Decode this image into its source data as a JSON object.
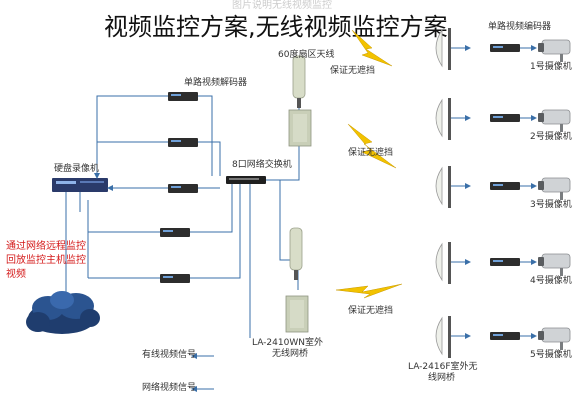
{
  "title": "视频监控方案,无线视频监控方案",
  "faded_heading": "图片说明无线视频监控",
  "labels": {
    "decoder": "单路视频解码器",
    "antenna": "60度扇区天线",
    "recorder": "硬盘录像机",
    "switch": "8口网络交换机",
    "red_note_1": "通过网络远程监控",
    "red_note_2": "回放监控主机监控",
    "red_note_3": "视频",
    "bridge_main_1": "LA-2410WN室外",
    "bridge_main_2": "无线网桥",
    "bridge_remote_1": "LA-2416F室外无",
    "bridge_remote_2": "线网桥",
    "link_1": "保证无遮挡",
    "link_2": "保证无遮挡",
    "link_3": "保证无遮挡",
    "cam_encoder": "单路视频编码器",
    "legend_1": "有线视频信号",
    "legend_2": "网络视频信号"
  },
  "cameras": [
    "1号摄像机",
    "2号摄像机",
    "3号摄像机",
    "4号摄像机",
    "5号摄像机"
  ],
  "colors": {
    "line": "#3a6fa8",
    "lightning": "#f2c200",
    "device": "#2d2d2d",
    "antenna": "#c9cfb8",
    "cloud": "#1f3d6e",
    "note": "#d41a1a"
  }
}
